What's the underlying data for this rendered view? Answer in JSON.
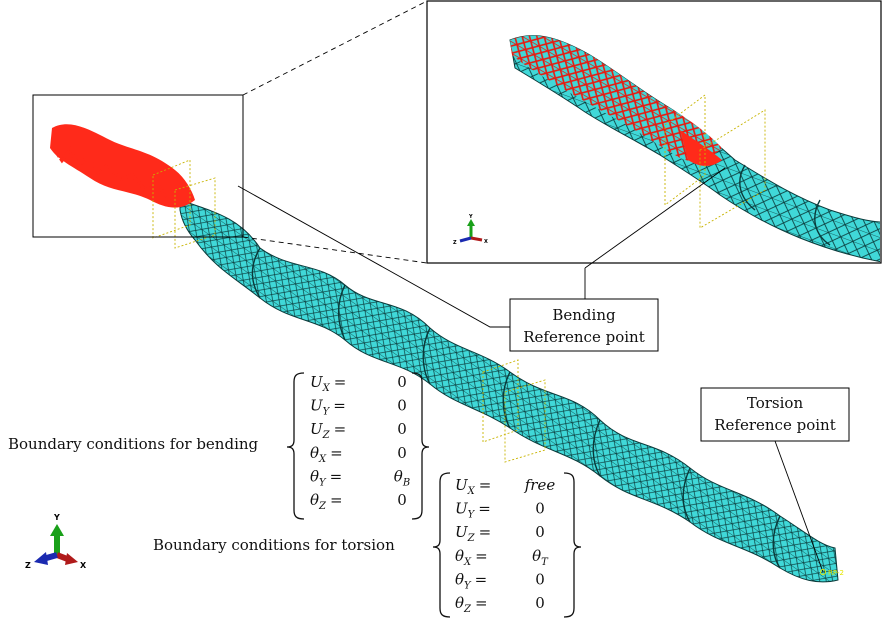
{
  "bending_callout": {
    "line1": "Bending",
    "line2": "Reference point"
  },
  "torsion_callout": {
    "line1": "Torsion",
    "line2": "Reference point"
  },
  "bending_bc": {
    "label": "Boundary conditions for bending",
    "rows": [
      {
        "lhs": "U",
        "sub": "X",
        "val": "0"
      },
      {
        "lhs": "U",
        "sub": "Y",
        "val": "0"
      },
      {
        "lhs": "U",
        "sub": "Z",
        "val": "0"
      },
      {
        "lhs": "θ",
        "sub": "X",
        "val": "0"
      },
      {
        "lhs": "θ",
        "sub": "Y",
        "val": "θ",
        "val_sub": "B"
      },
      {
        "lhs": "θ",
        "sub": "Z",
        "val": "0"
      }
    ]
  },
  "torsion_bc": {
    "label": "Boundary conditions for torsion",
    "rows": [
      {
        "lhs": "U",
        "sub": "X",
        "val": "free"
      },
      {
        "lhs": "U",
        "sub": "Y",
        "val": "0"
      },
      {
        "lhs": "U",
        "sub": "Z",
        "val": "0"
      },
      {
        "lhs": "θ",
        "sub": "X",
        "val": "θ",
        "val_sub": "T"
      },
      {
        "lhs": "θ",
        "sub": "Y",
        "val": "0"
      },
      {
        "lhs": "θ",
        "sub": "Z",
        "val": "0"
      }
    ]
  },
  "axis_triad": {
    "x": "X",
    "y": "Y",
    "z": "Z"
  },
  "rp_tag": "RP-2",
  "colors": {
    "mesh": "#40d8d8",
    "mesh_edge": "#0a3a3a",
    "constrained": "#ff2a1a",
    "reference_plane": "#c8b400",
    "axis_x": "#b01a1a",
    "axis_y": "#19a019",
    "axis_z": "#1a2ab0"
  }
}
